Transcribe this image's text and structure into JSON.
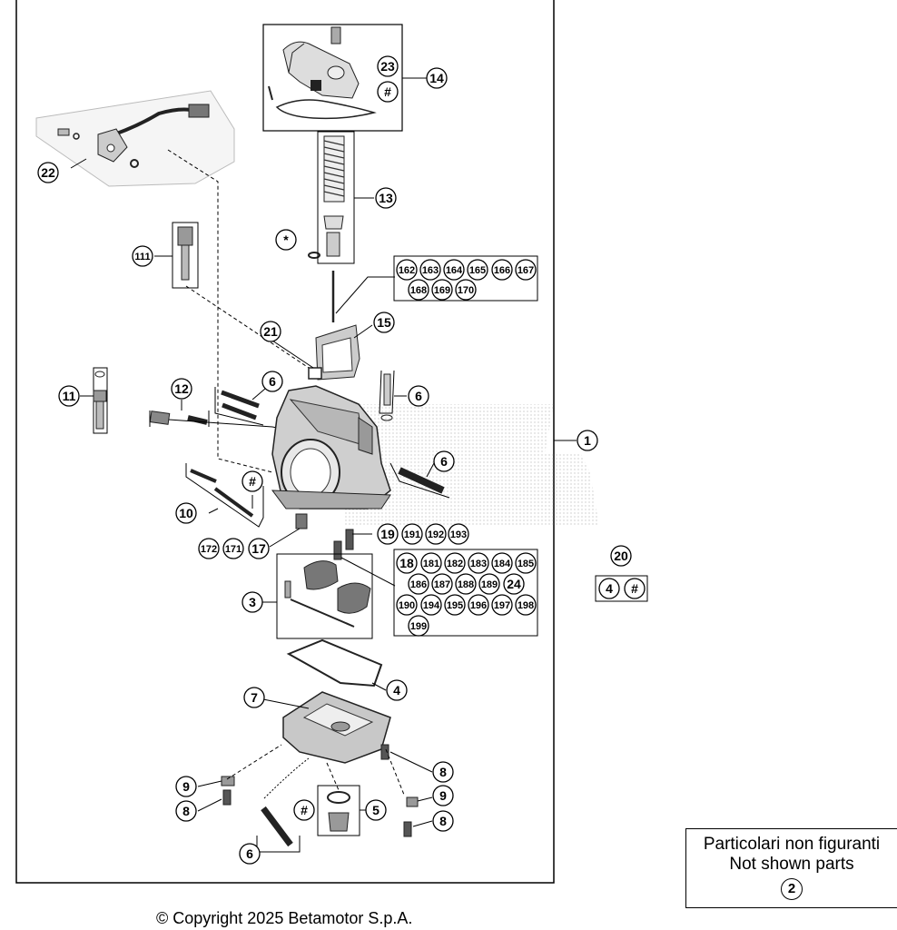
{
  "copyright": "© Copyright 2025 Betamotor S.p.A.",
  "not_shown": {
    "line1": "Particolari non figuranti",
    "line2": "Not shown parts",
    "part": "2"
  },
  "callouts": {
    "c1": "1",
    "c2": "2",
    "c3": "3",
    "c4": "4",
    "c5": "5",
    "c6": "6",
    "c7": "7",
    "c8": "8",
    "c9": "9",
    "c10": "10",
    "c11": "11",
    "c12": "12",
    "c13": "13",
    "c14": "14",
    "c15": "15",
    "c17": "17",
    "c18": "18",
    "c19": "19",
    "c20": "20",
    "c21": "21",
    "c22": "22",
    "c23": "23",
    "c24": "24",
    "c111": "111",
    "c171": "171",
    "c172": "172",
    "star": "*",
    "hash": "#",
    "jets_162": [
      "162",
      "163",
      "164",
      "165",
      "166",
      "167",
      "168",
      "169",
      "170"
    ],
    "jets_191": [
      "191",
      "192",
      "193"
    ],
    "jets_181": [
      "181",
      "182",
      "183",
      "184",
      "185",
      "186",
      "187",
      "188",
      "189",
      "190",
      "194",
      "195",
      "196",
      "197",
      "198",
      "199"
    ]
  }
}
